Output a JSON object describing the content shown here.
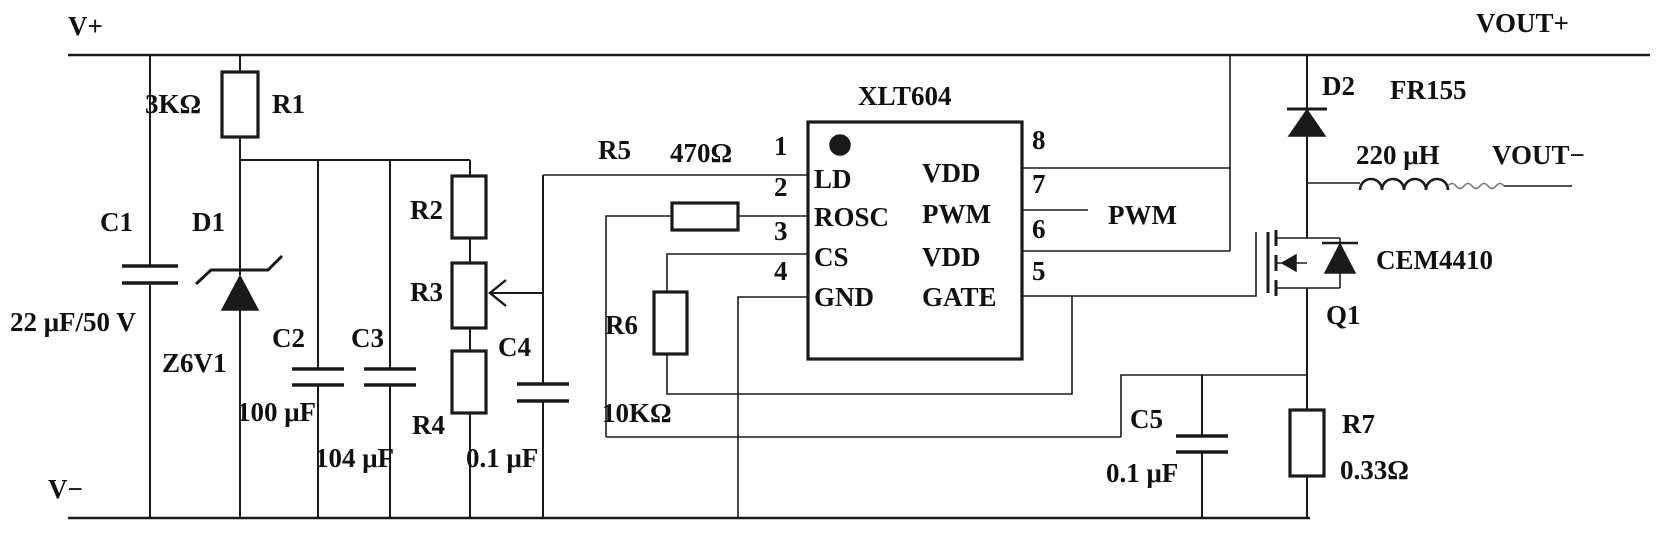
{
  "labels": {
    "v_plus": "V+",
    "v_minus": "V−",
    "vout_plus": "VOUT+",
    "vout_minus": "VOUT−",
    "c1": "C1",
    "c1_value": "22 μF/50 V",
    "d1": "D1",
    "d1_part": "Z6V1",
    "r1": "R1",
    "r1_value": "3KΩ",
    "c2": "C2",
    "c2_value": "100 μF",
    "c3": "C3",
    "c3_value": "104 μF",
    "r2": "R2",
    "r3": "R3",
    "r4": "R4",
    "c4": "C4",
    "c4_value": "0.1 μF",
    "r5": "R5",
    "r5_value": "470Ω",
    "r6": "R6",
    "r6_value": "10KΩ",
    "ic_name": "XLT604",
    "pwm_input": "PWM",
    "c5": "C5",
    "c5_value": "0.1 μF",
    "r7": "R7",
    "r7_value": "0.33Ω",
    "d2": "D2",
    "d2_part": "FR155",
    "inductor_value": "220 μH",
    "q1": "Q1",
    "q1_part": "CEM4410"
  },
  "ic": {
    "left_pins": [
      {
        "num": "1",
        "name": "LD"
      },
      {
        "num": "2",
        "name": "ROSC"
      },
      {
        "num": "3",
        "name": "CS"
      },
      {
        "num": "4",
        "name": "GND"
      }
    ],
    "right_pins": [
      {
        "num": "8",
        "name": "VDD"
      },
      {
        "num": "7",
        "name": "PWM"
      },
      {
        "num": "6",
        "name": "VDD"
      },
      {
        "num": "5",
        "name": "GATE"
      }
    ]
  }
}
